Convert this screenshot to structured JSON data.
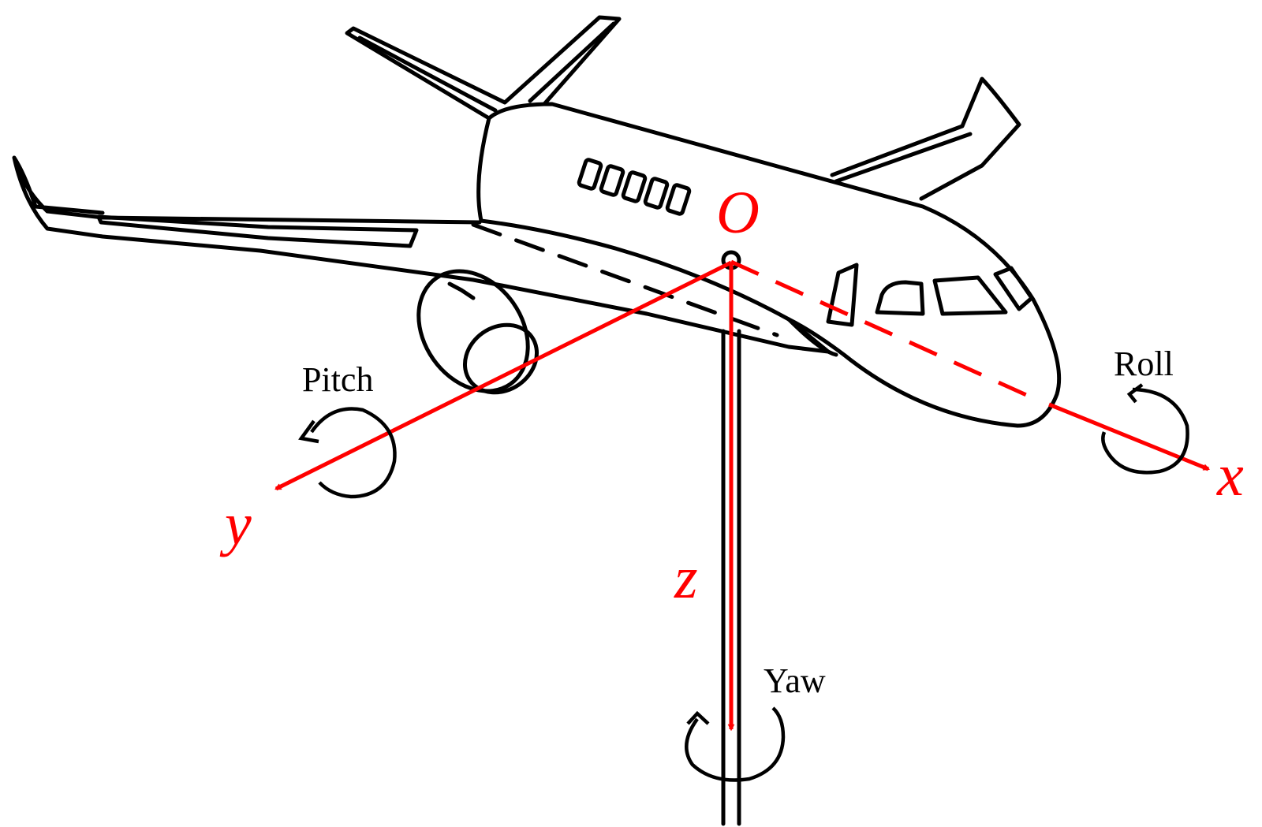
{
  "axes": {
    "origin": "O",
    "x": "x",
    "y": "y",
    "z": "z"
  },
  "motions": {
    "pitch": "Pitch",
    "roll": "Roll",
    "yaw": "Yaw"
  },
  "colors": {
    "axis": "#ff0000",
    "line_art": "#000000",
    "background": "#ffffff"
  },
  "icons": {
    "pitch_rotation": "curved-arrow-icon",
    "roll_rotation": "curved-arrow-icon",
    "yaw_rotation": "curved-arrow-icon"
  }
}
